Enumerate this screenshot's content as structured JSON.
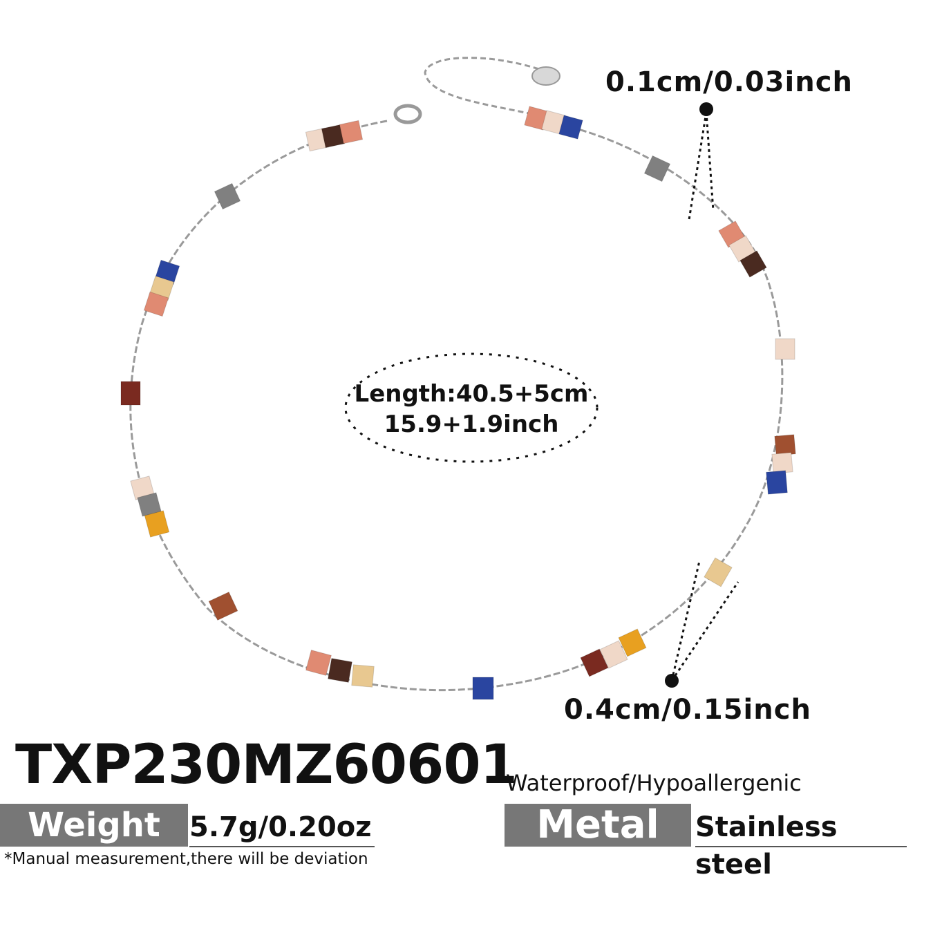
{
  "dimensions": {
    "chain_thickness": "0.1cm/0.03inch",
    "bead_size": "0.4cm/0.15inch",
    "length_cm": "Length:40.5+5cm",
    "length_inch": "15.9+1.9inch"
  },
  "product": {
    "sku": "TXP230MZ60601",
    "weight_label": "Weight",
    "weight_value": "5.7g/0.20oz",
    "note": "*Manual measurement,there will be deviation",
    "features": "Waterproof/Hypoallergenic",
    "metal_label": "Metal",
    "metal_value": "Stainless steel"
  },
  "colors": {
    "label_box": "#777777",
    "chain": "#9a9a9a",
    "bead_palette": [
      "#e08a72",
      "#f0d8c8",
      "#2a45a0",
      "#4a2a20",
      "#808080",
      "#e8c890",
      "#e8a020",
      "#7a2a20",
      "#a05030"
    ]
  }
}
